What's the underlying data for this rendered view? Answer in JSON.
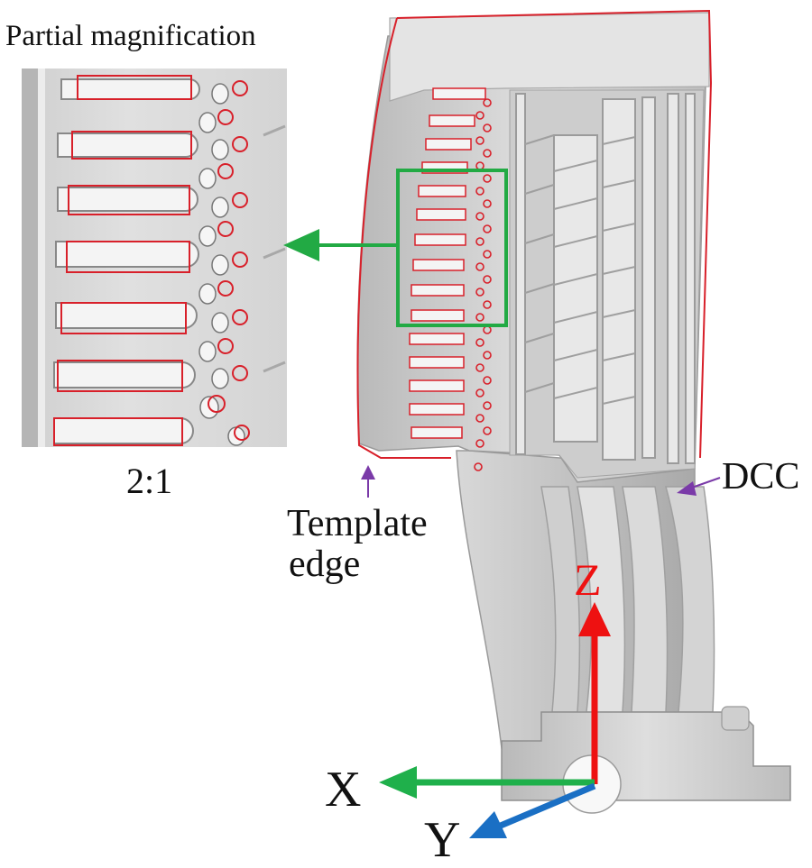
{
  "inset": {
    "title": "Partial magnification",
    "scale": "2:1"
  },
  "labels": {
    "template_edge_line1": "Template",
    "template_edge_line2": "edge",
    "dcc": "DCC"
  },
  "axes": {
    "x": "X",
    "y": "Y",
    "z": "Z"
  },
  "colors": {
    "x_axis": "#1fb04b",
    "y_axis": "#1a6fc4",
    "z_axis": "#ee1111",
    "template_outline": "#d8202a",
    "callout_arrow": "#22aa44",
    "pointer": "#7a3aa8",
    "scan_surface": "#c9c9c9"
  }
}
